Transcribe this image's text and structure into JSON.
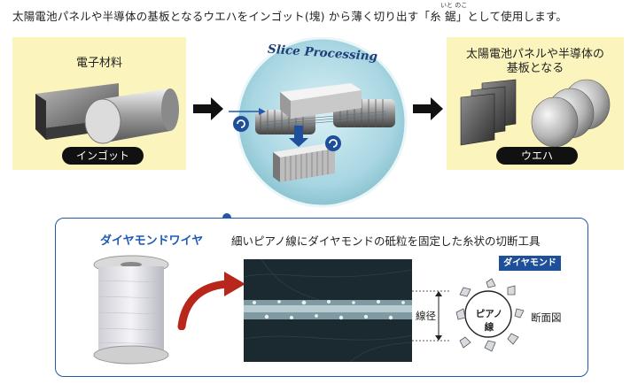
{
  "caption": {
    "main": "太陽電池パネルや半導体の基板となるウエハをインゴット(塊) から薄く切り出す「糸 鋸」として使用します。",
    "ruby": "いと のこ"
  },
  "left_panel": {
    "title": "電子材料",
    "label": "インゴット"
  },
  "center": {
    "title": "Slice Processing"
  },
  "right_panel": {
    "title_line1": "太陽電池パネルや半導体の",
    "title_line2": "基板となる",
    "label": "ウエハ"
  },
  "detail": {
    "title": "ダイヤモンドワイヤ",
    "description": "細いピアノ線にダイヤモンドの砥粒を固定した糸状の切断工具",
    "diamond_tag": "ダイヤモンド",
    "wire_label": "ピアノ線",
    "diameter_label": "線径",
    "section_label": "断面図"
  },
  "colors": {
    "panel_bg": "#fbf5bd",
    "accent_blue": "#1f5bb5",
    "pill_bg": "#111111",
    "arrow_red": "#b8261c"
  }
}
